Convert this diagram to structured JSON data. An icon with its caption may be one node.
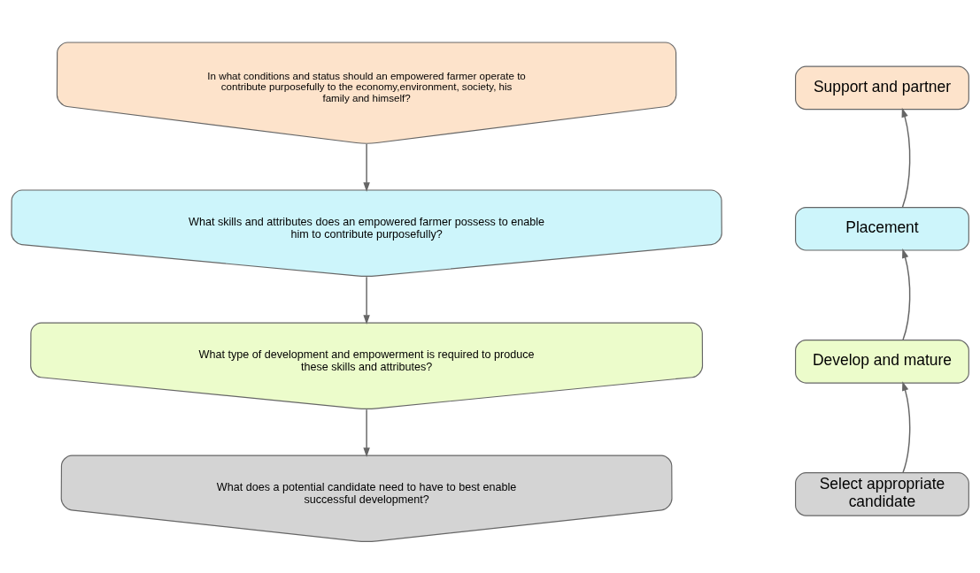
{
  "diagram": {
    "nodes": [
      {
        "text": [
          "In what conditions and status should an empowered farmer operate to contribute purposefully to the economy,environment, society, his family and himself?"
        ]
      },
      {
        "text": [
          "What skills and attributes does an empowered farmer possess to enable him to contribute purposefully?"
        ]
      },
      {
        "text": [
          "What type of development and empowerment is required to produce these skills and attributes?"
        ]
      },
      {
        "text": [
          "What does a potential candidate need to have to best enable successful development?"
        ]
      },
      {
        "text": [
          "Support and partner"
        ]
      },
      {
        "text": [
          "Placement"
        ]
      },
      {
        "text": [
          "Develop and mature"
        ]
      },
      {
        "text": [
          "Select appropriate candidate"
        ]
      }
    ],
    "edges": [
      {
        "from": 0,
        "to": 1,
        "arrow": "to"
      },
      {
        "from": 1,
        "to": 2,
        "arrow": "to"
      },
      {
        "from": 2,
        "to": 3,
        "arrow": "to"
      },
      {
        "from": 7,
        "to": 6,
        "arrow": "to"
      },
      {
        "from": 6,
        "to": 5,
        "arrow": "to"
      },
      {
        "from": 5,
        "to": 4,
        "arrow": "to"
      }
    ]
  }
}
